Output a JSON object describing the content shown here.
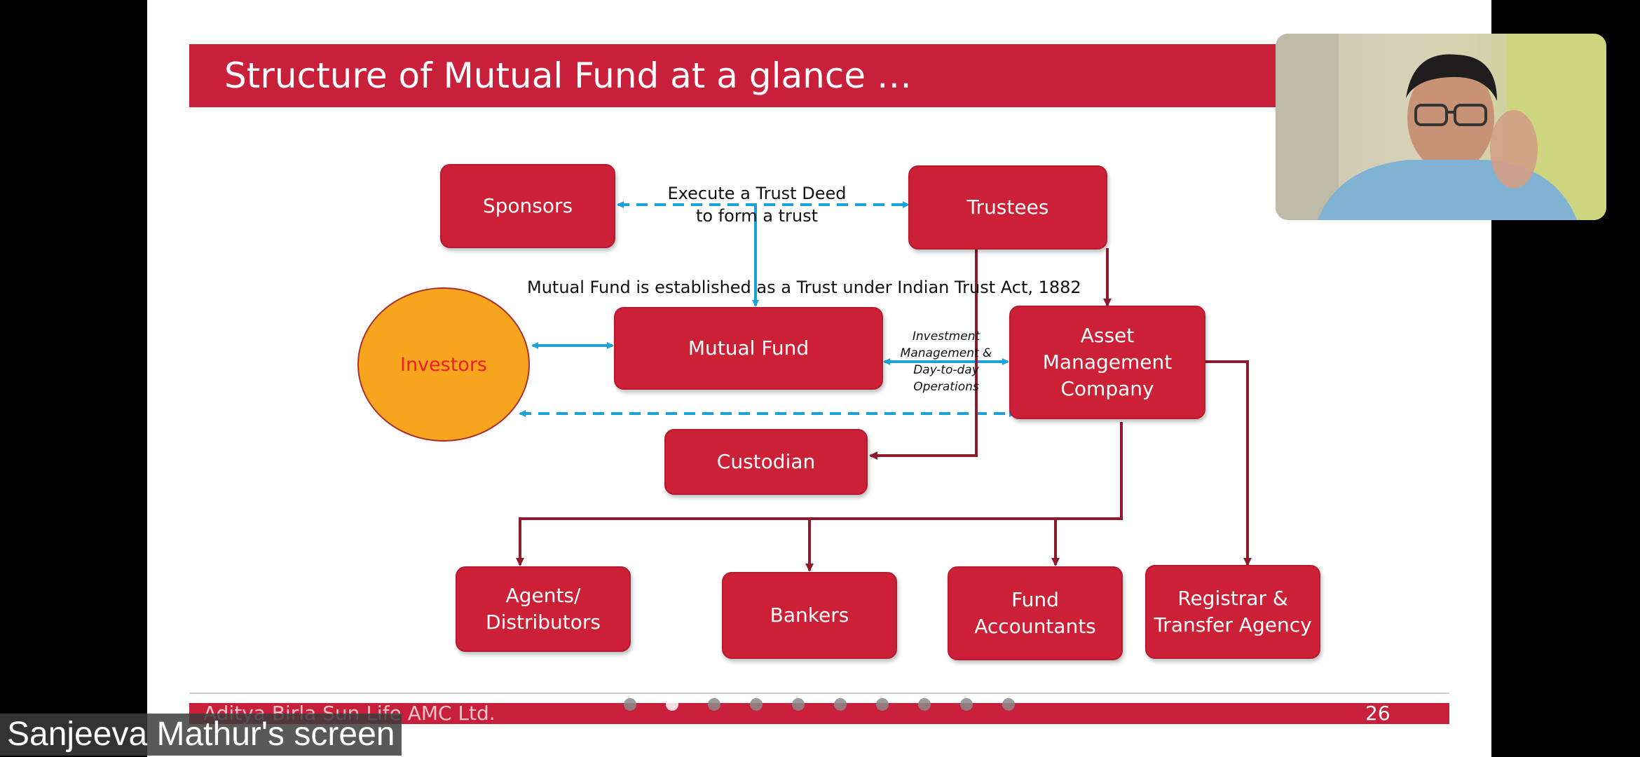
{
  "slide": {
    "title": "Structure of Mutual Fund at a glance …",
    "boxes": {
      "sponsors": "Sponsors",
      "trustees": "Trustees",
      "mutual_fund": "Mutual Fund",
      "amc": "Asset\nManagement\nCompany",
      "custodian": "Custodian",
      "agents": "Agents/\nDistributors",
      "bankers": "Bankers",
      "fund_accountants": "Fund\nAccountants",
      "registrar": "Registrar &\nTransfer Agency",
      "investors": "Investors"
    },
    "labels": {
      "trust_deed_line1": "Execute a Trust Deed",
      "trust_deed_line2": "to form a trust",
      "act_note": "Mutual Fund is established as a Trust under Indian Trust Act, 1882",
      "investment_ops": "Investment\nManagement &\nDay-to-day\nOperations"
    },
    "footer": {
      "company": "Aditya Birla Sun Life AMC Ltd.",
      "page_number": "26"
    },
    "pager": {
      "total": 10,
      "active": 1
    }
  },
  "screen_share_label": "Sanjeeva Mathur's screen",
  "colors": {
    "brand_red": "#c8203a",
    "box_red": "#cc2036",
    "connector_dark_red": "#8e1b2b",
    "connector_blue": "#1ba3d8",
    "investors_orange": "#f7a51e"
  }
}
